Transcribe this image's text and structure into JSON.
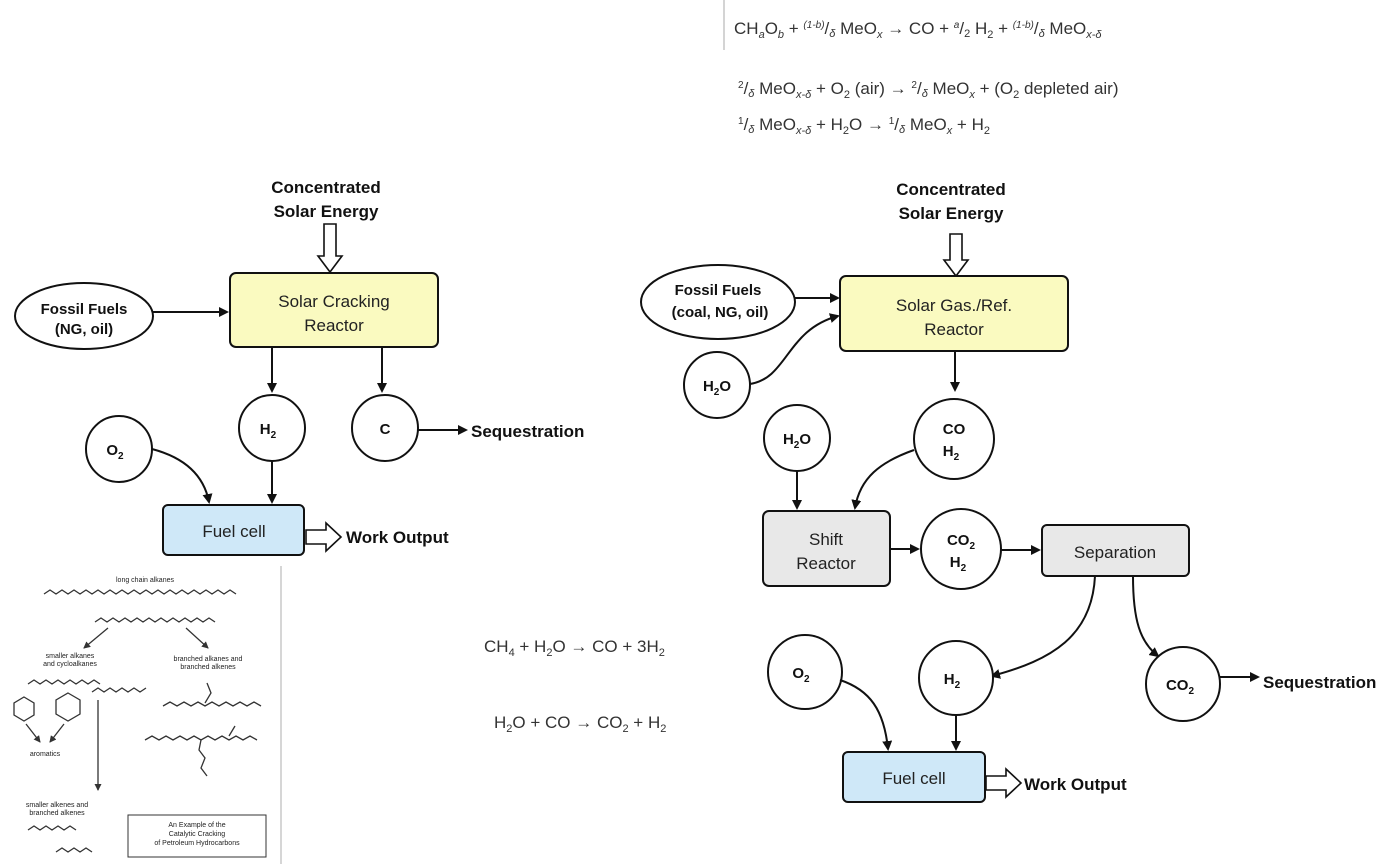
{
  "equations": {
    "top": {
      "eq1": {
        "a": "CH",
        "a_sub": "a",
        "b": "O",
        "b_sub": "b",
        "c": " + ",
        "d": "(1-b)",
        "e": "/",
        "f": "δ",
        "g": " MeO",
        "g_sub": "x",
        "h": " → CO + ",
        "i": "a",
        "j": "/",
        "k": "2",
        "l": " H",
        "l_sub": "2",
        "m": " + ",
        "n": "(1-b)",
        "o": "/",
        "p": "δ",
        "q": " MeO",
        "q_sub": "x-δ"
      },
      "eq2": {
        "a": "2",
        "b": "/",
        "c": "δ",
        "d": " MeO",
        "d_sub": "x-δ",
        "e": " + O",
        "e_sub": "2",
        "f": " (air) → ",
        "g": "2",
        "h": "/",
        "i": "δ",
        "j": " MeO",
        "j_sub": "x",
        "k": " + (O",
        "k_sub": "2",
        "l": " depleted air)"
      },
      "eq3": {
        "a": "1",
        "b": "/",
        "c": "δ",
        "d": " MeO",
        "d_sub": "x-δ",
        "e": " + H",
        "e_sub": "2",
        "f": "O → ",
        "g": "1",
        "h": "/",
        "i": "δ",
        "j": " MeO",
        "j_sub": "x",
        "k": " + H",
        "k_sub": "2"
      }
    },
    "middle": {
      "eq4": {
        "a": "CH",
        "a_sub": "4",
        "b": " + H",
        "b_sub": "2",
        "c": "O → CO + 3H",
        "c_sub": "2"
      },
      "eq5": {
        "a": "H",
        "a_sub": "2",
        "b": "O + CO → CO",
        "b_sub": "2",
        "c": " + H",
        "c_sub": "2"
      }
    }
  },
  "left": {
    "energy": {
      "line1": "Concentrated",
      "line2": "Solar Energy"
    },
    "fossil": {
      "line1": "Fossil Fuels",
      "line2": "(NG, oil)"
    },
    "reactor": {
      "line1": "Solar Cracking",
      "line2": "Reactor"
    },
    "h2": {
      "main": "H",
      "sub": "2"
    },
    "carbon": "C",
    "o2": {
      "main": "O",
      "sub": "2"
    },
    "sequestration": "Sequestration",
    "fuel_cell": "Fuel cell",
    "work": "Work Output"
  },
  "right": {
    "energy": {
      "line1": "Concentrated",
      "line2": "Solar Energy"
    },
    "fossil": {
      "line1": "Fossil Fuels",
      "line2": "(coal, NG, oil)"
    },
    "reactor": {
      "line1": "Solar Gas./Ref.",
      "line2": "Reactor"
    },
    "h2o_a": {
      "main": "H",
      "sub": "2",
      "tail": "O"
    },
    "h2o_b": {
      "main": "H",
      "sub": "2",
      "tail": "O"
    },
    "co_h2": {
      "line1": "CO",
      "line2": "H",
      "line2_sub": "2"
    },
    "shift": {
      "line1": "Shift",
      "line2": "Reactor"
    },
    "co2_h2": {
      "line1": "CO",
      "line1_sub": "2",
      "line2": "H",
      "line2_sub": "2"
    },
    "separation": "Separation",
    "o2": {
      "main": "O",
      "sub": "2"
    },
    "h2": {
      "main": "H",
      "sub": "2"
    },
    "co2": {
      "main": "CO",
      "sub": "2"
    },
    "sequestration": "Sequestration",
    "fuel_cell": "Fuel cell",
    "work": "Work Output"
  },
  "inset": {
    "title": "long chain alkanes",
    "smaller": {
      "line1": "smaller alkanes",
      "line2": "and cycloalkanes"
    },
    "branched": {
      "line1": "branched alkanes and",
      "line2": "branched alkenes"
    },
    "aromatics": "aromatics",
    "alkenes": {
      "line1": "smaller alkenes and",
      "line2": "branched alkenes"
    },
    "caption": {
      "line1": "An Example of the",
      "line2": "Catalytic Cracking",
      "line3": "of Petroleum Hydrocarbons"
    }
  },
  "colors": {
    "reactor_fill": "#fafac0",
    "fuelcell_fill": "#cfe8f8",
    "grey_box_fill": "#e8e8e8",
    "stroke": "#111111"
  }
}
